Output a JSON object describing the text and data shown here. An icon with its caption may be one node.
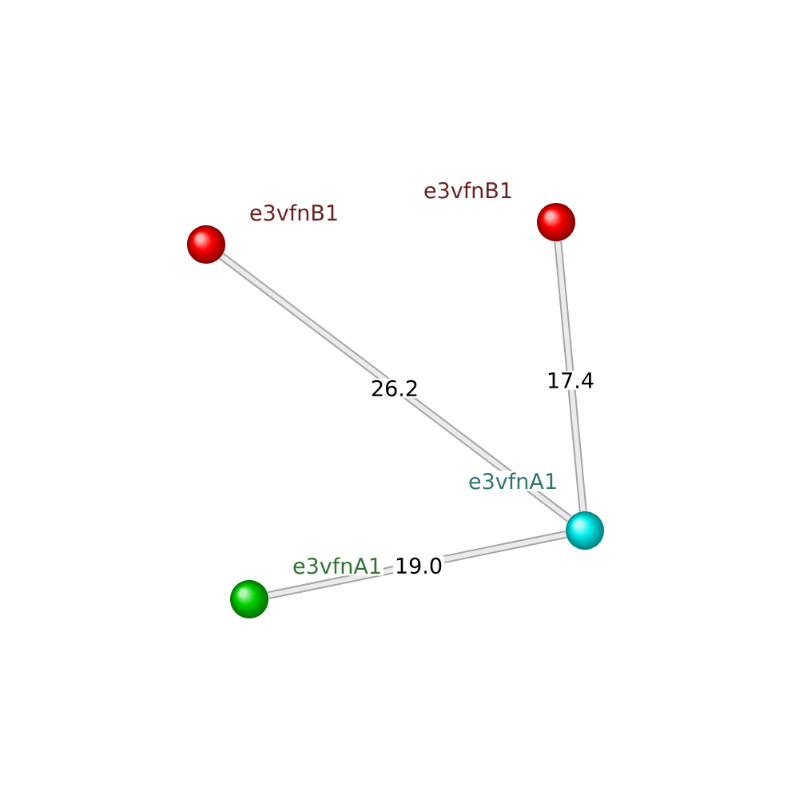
{
  "diagram": {
    "nodes": [
      {
        "text": [],
        "shape": "circle",
        "beside": [
          "e3vfnB1"
        ]
      },
      {
        "text": [],
        "shape": "circle",
        "beside": [
          "e3vfnB1"
        ]
      },
      {
        "text": [],
        "shape": "circle",
        "beside": [
          "e3vfnA1"
        ]
      },
      {
        "text": [],
        "shape": "circle",
        "beside": [
          "e3vfnA1"
        ]
      }
    ],
    "edges": [
      {
        "from": 0,
        "to": 2,
        "arrow": "none",
        "label": "26.2"
      },
      {
        "from": 1,
        "to": 2,
        "arrow": "none",
        "label": "17.4"
      },
      {
        "from": 3,
        "to": 2,
        "arrow": "none",
        "label": "19.0"
      }
    ]
  }
}
